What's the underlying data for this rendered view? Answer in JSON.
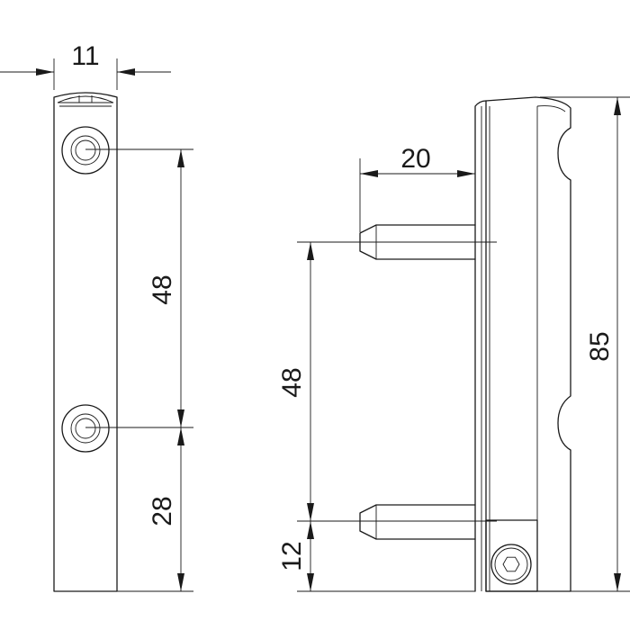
{
  "dimensions": {
    "width_top": "11",
    "hole_spacing_front": "48",
    "bottom_offset_front": "28",
    "pin_length": "20",
    "pin_spacing_side": "48",
    "bottom_offset_side": "12",
    "overall_height": "85"
  }
}
